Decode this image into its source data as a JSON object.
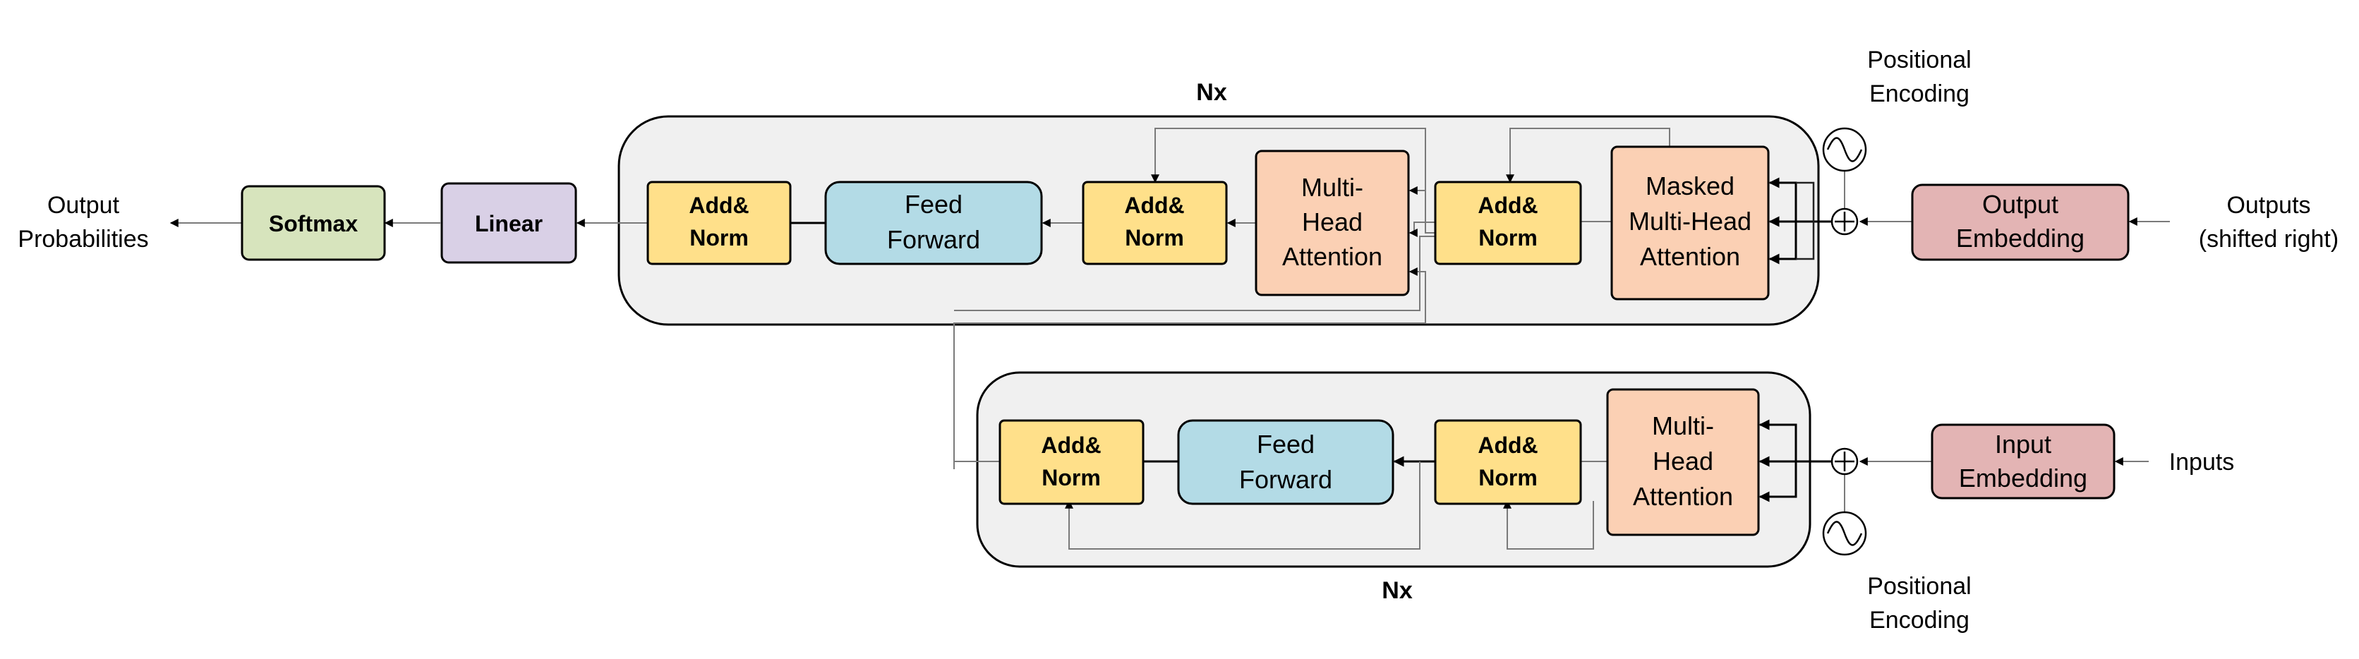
{
  "colors": {
    "stack_fill": "#f0f0f0",
    "add_norm": "#ffe08a",
    "feed_forward": "#b3dbe6",
    "attention": "#fbd0b4",
    "embedding": "#e3b4b4",
    "linear": "#d9d0e6",
    "softmax": "#d7e4bd",
    "line": "#000000"
  },
  "labels": {
    "output_probabilities": [
      "Output",
      "Probabilities"
    ],
    "outputs_shifted": [
      "Outputs",
      "(shifted right)"
    ],
    "inputs": "Inputs",
    "positional_encoding_top": [
      "Positional",
      "Encoding"
    ],
    "positional_encoding_bottom": [
      "Positional",
      "Encoding"
    ],
    "nx_top": "Nx",
    "nx_bottom": "Nx"
  },
  "blocks": {
    "softmax": "Softmax",
    "linear": "Linear",
    "decoder_add_norm_3": [
      "Add&",
      "Norm"
    ],
    "decoder_feed_forward": [
      "Feed",
      "Forward"
    ],
    "decoder_add_norm_2": [
      "Add&",
      "Norm"
    ],
    "decoder_cross_attention": [
      "Multi-",
      "Head",
      "Attention"
    ],
    "decoder_add_norm_1": [
      "Add&",
      "Norm"
    ],
    "decoder_masked_attention": [
      "Masked",
      "Multi-Head",
      "Attention"
    ],
    "output_embedding": [
      "Output",
      "Embedding"
    ],
    "encoder_add_norm_2": [
      "Add&",
      "Norm"
    ],
    "encoder_feed_forward": [
      "Feed",
      "Forward"
    ],
    "encoder_add_norm_1": [
      "Add&",
      "Norm"
    ],
    "encoder_attention": [
      "Multi-",
      "Head",
      "Attention"
    ],
    "input_embedding": [
      "Input",
      "Embedding"
    ]
  },
  "icons": {
    "add": "circle-plus-icon",
    "positional_encoding": "sine-wave-icon"
  }
}
